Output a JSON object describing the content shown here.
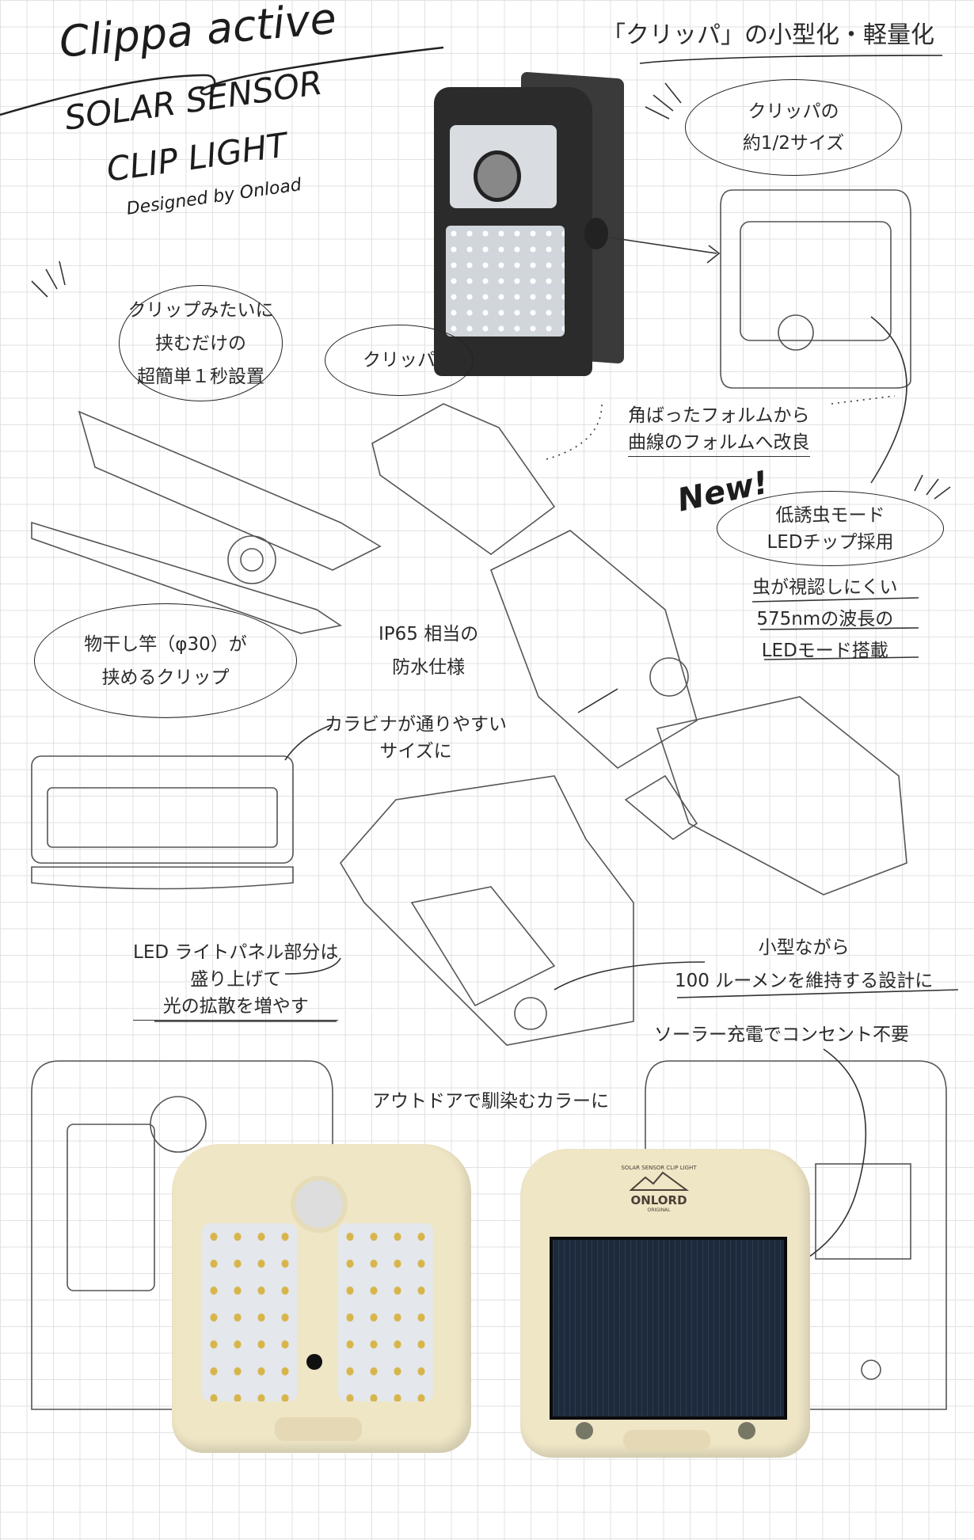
{
  "title": {
    "brand": "Clippa active",
    "line1": "SOLAR SENSOR",
    "line2": "CLIP LIGHT",
    "designer": "Designed by Onload"
  },
  "headline": "「クリッパ」の小型化・軽量化",
  "callouts": {
    "half_size": [
      "クリッパの",
      "約1/2サイズ"
    ],
    "clippa": "クリッパ",
    "easy_clip": [
      "クリップみたいに",
      "挟むだけの",
      "超簡単１秒設置"
    ],
    "form": [
      "角ばったフォルムから",
      "曲線のフォルムへ改良"
    ],
    "new_badge": "New!",
    "low_insect": [
      "低誘虫モード",
      "LEDチップ採用"
    ],
    "insect_detail": [
      "虫が視認しにくい",
      "575nmの波長の",
      "LEDモード搭載"
    ],
    "waterproof": [
      "IP65 相当の",
      "防水仕様"
    ],
    "pole": [
      "物干し竿（φ30）が",
      "挟めるクリップ"
    ],
    "carabiner": [
      "カラビナが通りやすい",
      "サイズに"
    ],
    "led_panel": [
      "LED ライトパネル部分は",
      "盛り上げて",
      "光の拡散を増やす"
    ],
    "lumen": [
      "小型ながら",
      "100 ルーメンを維持する設計に"
    ],
    "solar": "ソーラー充電でコンセント不要",
    "color": "アウトドアで馴染むカラーに"
  },
  "logo": {
    "arc": "SOLAR SENSOR CLIP LIGHT",
    "name": "ONLORD",
    "sub": "ORIGINAL"
  },
  "colors": {
    "cream": "#efe6c6",
    "black": "#2b2b2b",
    "panel": "#1d2a3d"
  }
}
